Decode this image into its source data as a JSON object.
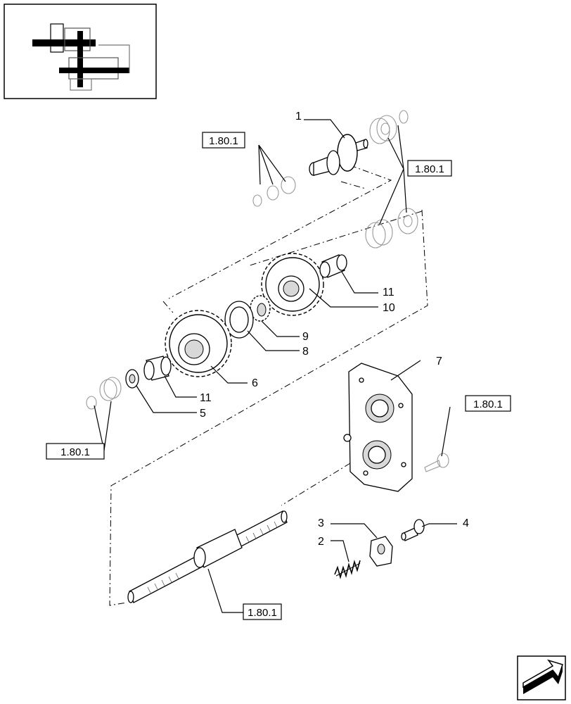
{
  "thumbnail": {
    "label": ""
  },
  "callouts": {
    "c1": "1",
    "c2": "2",
    "c3": "3",
    "c4": "4",
    "c5": "5",
    "c6": "6",
    "c7": "7",
    "c8": "8",
    "c9": "9",
    "c10": "10",
    "c11a": "11",
    "c11b": "11"
  },
  "references": {
    "ref_a": "1.80.1",
    "ref_b": "1.80.1",
    "ref_c": "1.80.1",
    "ref_d": "1.80.1",
    "ref_e": "1.80.1"
  },
  "nav": {
    "icon": "next-page-arrow-icon"
  }
}
